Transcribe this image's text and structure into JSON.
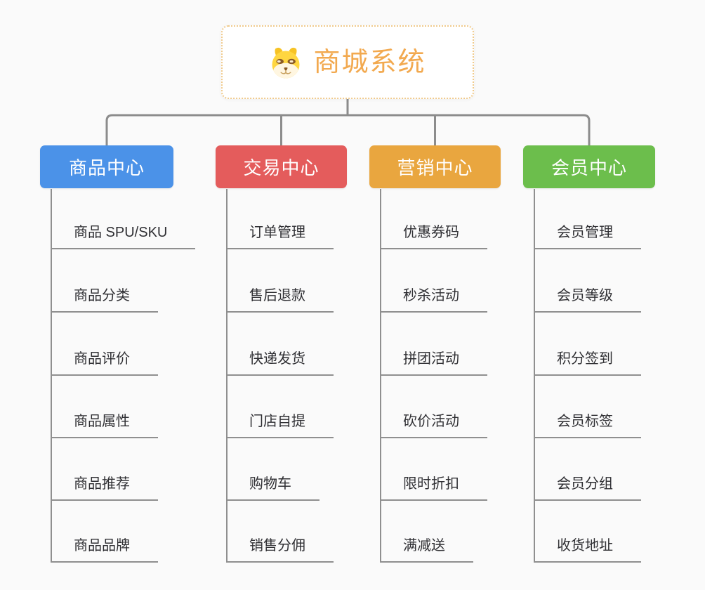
{
  "background": "#FAFAFA",
  "colors": {
    "connector": "#8C8C8C",
    "leaf_line": "#8F8F8F",
    "leaf_text": "#2F2F33"
  },
  "root": {
    "title": "商城系统",
    "icon": "dog-face-icon",
    "text_color": "#F2A94F",
    "border_color": "#F0CA8B"
  },
  "branches": [
    {
      "id": "product-center",
      "label": "商品中心",
      "color": "#4B92E8",
      "children": [
        "商品 SPU/SKU",
        "商品分类",
        "商品评价",
        "商品属性",
        "商品推荐",
        "商品品牌"
      ]
    },
    {
      "id": "trade-center",
      "label": "交易中心",
      "color": "#E45C5C",
      "children": [
        "订单管理",
        "售后退款",
        "快递发货",
        "门店自提",
        "购物车",
        "销售分佣"
      ]
    },
    {
      "id": "marketing-center",
      "label": "营销中心",
      "color": "#E9A63F",
      "children": [
        "优惠券码",
        "秒杀活动",
        "拼团活动",
        "砍价活动",
        "限时折扣",
        "满减送"
      ]
    },
    {
      "id": "member-center",
      "label": "会员中心",
      "color": "#6CBE4C",
      "children": [
        "会员管理",
        "会员等级",
        "积分签到",
        "会员标签",
        "会员分组",
        "收货地址"
      ]
    }
  ]
}
